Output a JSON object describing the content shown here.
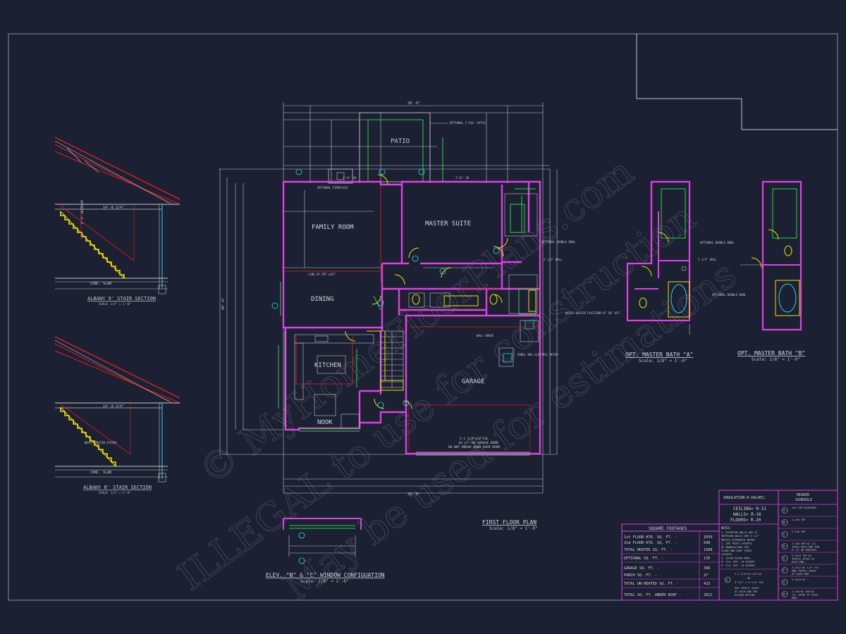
{
  "rooms": {
    "patio": "PATIO",
    "family_room": "FAMILY ROOM",
    "master_suite": "MASTER SUITE",
    "dining": "DINING",
    "kitchen": "KITCHEN",
    "nook": "NOOK",
    "garage": "GARAGE"
  },
  "plan_notes": {
    "optional_patio": "OPTIONAL 5'X10' PATIO",
    "optional_fireplace": "OPTIONAL FIREPLACE",
    "line_of_opt_loft": "LINE OF OPT LOFT",
    "wall_above": "WALL ABOVE",
    "water_heater": "WATER HEATER PLATFORM AT 18\" AFF.",
    "optional_double_bowl": "OPTIONAL DOUBLE BOWL",
    "wall_5_1_2": "5 1/2\" WALL",
    "panel": "PANEL BOX ELECTRIC METER",
    "garage_door_1": "2-1 3/4\"x14\"LVL",
    "garage_door_2": "16'x7' OH GARAGE DOOR",
    "garage_door_3": "DO NOT BREAK BAND OVER DOOR",
    "window_1": "3'x5' SH",
    "window_2": "3'x5' SH",
    "dim_top_total": "38'-0\"",
    "dim_bottom_total": "38'-0\"",
    "dim_left_total": "48'-0\""
  },
  "titles": {
    "stair_9": "ALBANY 9' STAIR SECTION",
    "stair_9_scale": "SCALE: 1/2\" = 1'-0\"",
    "stair_8": "ALBANY 8' STAIR SECTION",
    "stair_8_scale": "SCALE: 1/2\" = 1'-0\"",
    "first_floor": "FIRST FLOOR PLAN",
    "first_floor_scale": "Scale: 1/8\" = 1'-0\"",
    "bath_a": "OPT. MASTER BATH \"A\"",
    "bath_a_scale": "Scale: 1/8\" = 1'-0\"",
    "bath_b": "OPT. MASTER BATH \"B\"",
    "bath_b_scale": "Scale: 1/8\" = 1'-0\"",
    "elev": "ELEV. \"B\" & \"C\" WINDOW CONFIGUATION",
    "elev_scale": "Scale: 1/8\" = 1'-0\""
  },
  "stair_labels": {
    "conc_slab": "CONC. SLAB",
    "headroom": "6'-8\" HEADROOM",
    "note": "NOTE: PREFAB STAIRS",
    "dim": "14'-8 3/4\""
  },
  "square_footages": {
    "title": "SQUARE FOOTAGES",
    "rows": [
      {
        "label": "1st FLOOR HTD. SQ. FT. -",
        "value": "1050"
      },
      {
        "label": "2nd FLOOR HTD. SQ. FT. -",
        "value": "948"
      },
      {
        "label": "TOTAL HEATED SQ. FT. -",
        "value": "1998"
      },
      {
        "label": "OPTIONAL SQ. FT. -",
        "value": "135"
      },
      {
        "label": "GARAGE SQ. FT. -",
        "value": "396"
      },
      {
        "label": "PORCH SQ. FT. -",
        "value": "27"
      },
      {
        "label": "TOTAL UN-HEATED SQ. FT. -",
        "value": "423"
      },
      {
        "label": "TOTAL SQ. FT. UNDER ROOF -",
        "value": "2021"
      }
    ]
  },
  "insulation": {
    "title": "INSULATION R-VALUES:",
    "ceiling": "CEILING= R-31",
    "walls": "WALLS= R-16",
    "floors": "FLOORS= R-20",
    "notes_title": "NOTES:",
    "notes": [
      "1. EXTERIOR WALLS ARE 6\"",
      "INTERIOR WALLS ARE 3 1/2\"",
      "UNLESS OTHERWISE NOTED",
      "2. SEE TRUSS LAYOUTS",
      "BY MANUFACTURE FOR",
      "FLOOR AND ROOF TRUSS",
      "LAYOUTS.",
      "3. STAIR RISER NOTE",
      "8' CLG. HGT. 14 RISERS",
      "9' CLG. HGT. 15 RISERS"
    ],
    "beam_note_1": "2-1 3/4\"x9 1/4\"LVL",
    "beam_note_2": "OR",
    "beam_note_3": "3 1/2\" x 9 1/4\" PSL",
    "beam_note_4": "USE TRIPLE JACKS",
    "beam_note_5": "AT EACH END FOR",
    "beam_note_6": "EITHER OPTION."
  },
  "header_schedule": {
    "title_1": "HEADER",
    "title_2": "SCHEDULE",
    "rows": [
      {
        "key": "A",
        "text": "2x4 TOP BLOCKING"
      },
      {
        "key": "B",
        "text": "2-2x8 TOP"
      },
      {
        "key": "C",
        "text": "2-2x8 TOP"
      },
      {
        "key": "D",
        "text": "2-2x8 TOP W/ (2) JACKS EACH END FOR 6'-0\" OR GREATER."
      },
      {
        "key": "E",
        "text": "2-2x10 TOP W/ TRIPLE JACKS AT EACH END."
      },
      {
        "key": "F",
        "text": "2-2x12 W/ 1/2\" PLY AND TRIPLE JACKS AT EACH END."
      },
      {
        "key": "G",
        "text": "2-2x10 W/ ..."
      },
      {
        "key": "H",
        "text": "2-2x8 W/ OSB W/ (2) JACKS AT EACH END."
      }
    ]
  },
  "watermark": {
    "line1": "© MyHomeFloorPlans.com",
    "line2": "ILLEGAL to use for construction",
    "line3": "May be used for estimations"
  },
  "colors": {
    "background": "#1b2033",
    "walls": "#e040e0",
    "lines": "#c8c8c8",
    "yellow": "#f0e000",
    "red": "#e02020",
    "green": "#30d040",
    "cyan": "#30d8e0"
  }
}
